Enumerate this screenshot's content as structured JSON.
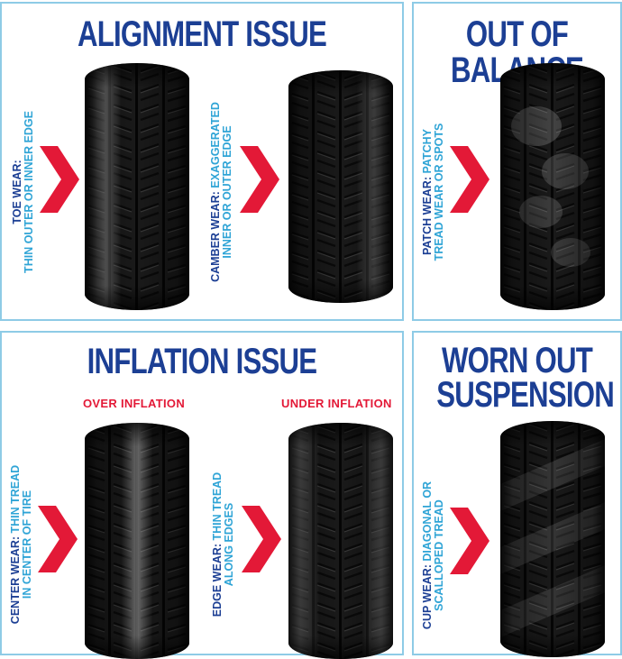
{
  "panels": {
    "alignment": {
      "title": "ALIGNMENT ISSUE",
      "toe": {
        "bold": "TOE WEAR:",
        "text_line1": "THIN OUTER OR INNER EDGE"
      },
      "camber": {
        "bold": "CAMBER WEAR:",
        "text_line1": "EXAGGERATED",
        "text_line2": "INNER OR OUTER EDGE"
      }
    },
    "balance": {
      "title": "OUT OF BALANCE",
      "patch": {
        "bold": "PATCH WEAR:",
        "text_line1": "PATCHY",
        "text_line2": "TREAD WEAR OR SPOTS"
      }
    },
    "inflation": {
      "title": "INFLATION ISSUE",
      "over_label": "OVER INFLATION",
      "under_label": "UNDER INFLATION",
      "center": {
        "bold": "CENTER WEAR:",
        "text_line1": "THIN TREAD",
        "text_line2": "IN CENTER OF TIRE"
      },
      "edge": {
        "bold": "EDGE WEAR:",
        "text_line1": "THIN TREAD",
        "text_line2": "ALONG EDGES"
      }
    },
    "suspension": {
      "title_line1": "WORN OUT",
      "title_line2": "SUSPENSION",
      "cup": {
        "bold": "CUP WEAR:",
        "text_line1": "DIAGONAL OR",
        "text_line2": "SCALLOPED TREAD"
      }
    }
  },
  "colors": {
    "title_blue": "#1c3f94",
    "label_light_blue": "#2fa4d6",
    "accent_red": "#e31937",
    "panel_border": "#8ecbe6"
  }
}
